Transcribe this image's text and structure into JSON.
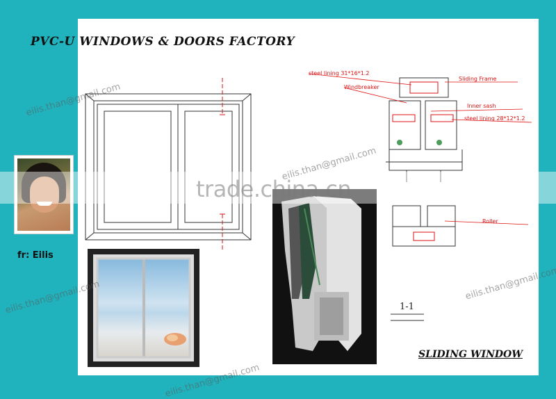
{
  "header": {
    "title": "PVC-U WINDOWS & DOORS FACTORY"
  },
  "footer": {
    "caption": "SLIDING WINDOW"
  },
  "contact": {
    "from": "fr: Eilis",
    "email": "eilis.than@gmail.com"
  },
  "watermark": {
    "site": "trade.china.cn"
  },
  "drawing": {
    "section_mark": "1-1",
    "labels": {
      "steel_lining_1": "steel lining 31*16*1.2",
      "windbreaker": "Windbreaker",
      "sliding_frame": "Sliding Frame",
      "inner_sash": "Inner sash",
      "steel_lining_2": "steel lining 28*12*1.2",
      "roller": "Roller"
    },
    "accent_color": "#d11111"
  }
}
